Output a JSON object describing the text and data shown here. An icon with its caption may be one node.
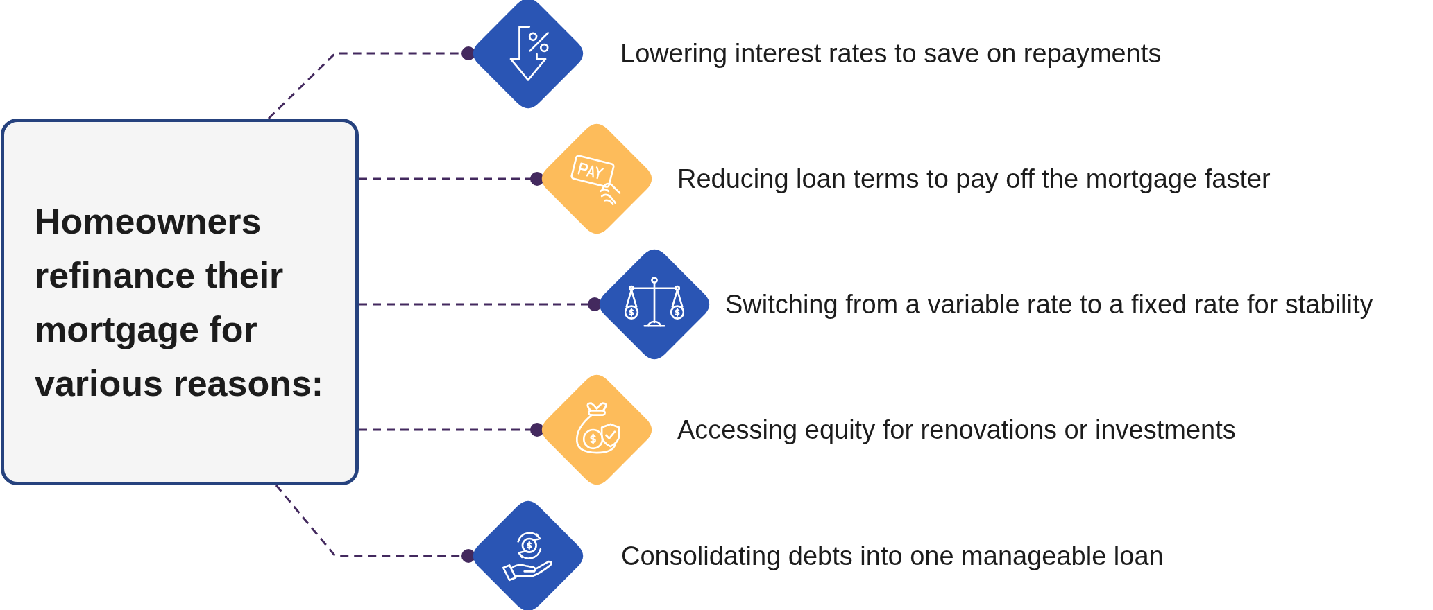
{
  "diagram": {
    "nodes": [
      {
        "text": [
          "Homeowners refinance their mortgage for various reasons:"
        ]
      },
      {
        "text": [],
        "shape": "diamond",
        "beside": [
          "Lowering interest rates to save on repayments"
        ]
      },
      {
        "text": [],
        "shape": "diamond",
        "beside": [
          "Reducing loan terms to pay off the mortgage faster"
        ]
      },
      {
        "text": [],
        "shape": "diamond",
        "beside": [
          "Switching from a variable rate to a fixed rate for stability"
        ]
      },
      {
        "text": [],
        "shape": "diamond",
        "beside": [
          "Accessing equity for renovations or investments"
        ]
      },
      {
        "text": [],
        "shape": "diamond",
        "beside": [
          "Consolidating debts into one manageable loan"
        ]
      }
    ],
    "edges": [
      {
        "from": 0,
        "to": 1,
        "arrow": "other",
        "style": "dashed"
      },
      {
        "from": 0,
        "to": 2,
        "arrow": "other",
        "style": "dashed"
      },
      {
        "from": 0,
        "to": 3,
        "arrow": "other",
        "style": "dashed"
      },
      {
        "from": 0,
        "to": 4,
        "arrow": "other",
        "style": "dashed"
      },
      {
        "from": 0,
        "to": 5,
        "arrow": "other",
        "style": "dashed"
      }
    ]
  }
}
